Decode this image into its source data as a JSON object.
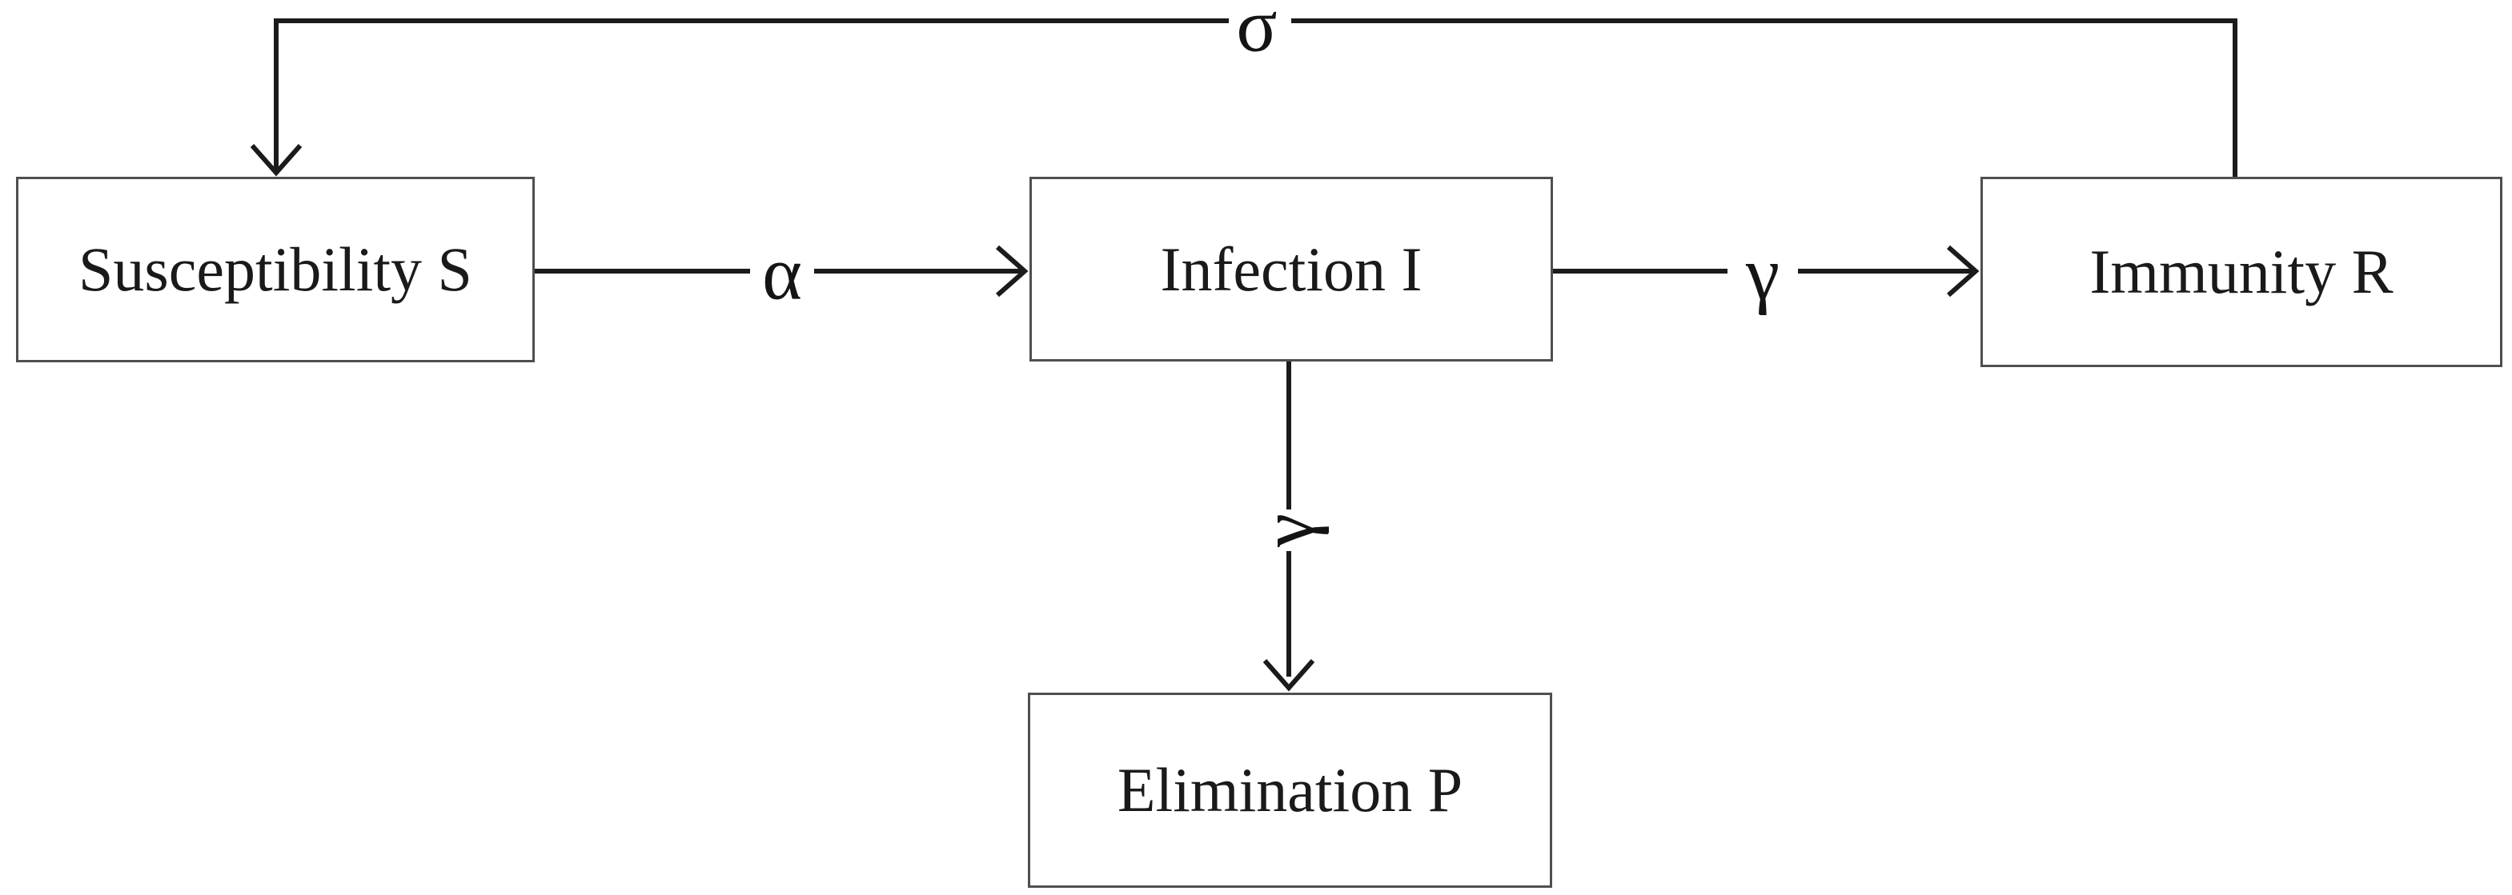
{
  "diagram": {
    "type": "flow-diagram",
    "nodes": {
      "susceptibility": {
        "label": "Susceptibility S"
      },
      "infection": {
        "label": "Infection I"
      },
      "immunity": {
        "label": "Immunity R"
      },
      "elimination": {
        "label": "Elimination P"
      }
    },
    "edges": {
      "s_to_i": {
        "from": "Susceptibility S",
        "to": "Infection I",
        "label": "α"
      },
      "i_to_r": {
        "from": "Infection I",
        "to": "Immunity R",
        "label": "γ"
      },
      "i_to_p": {
        "from": "Infection I",
        "to": "Elimination P",
        "label": "γ"
      },
      "r_to_s": {
        "from": "Immunity R",
        "to": "Susceptibility S",
        "label": "σ"
      }
    },
    "colors": {
      "background": "#ffffff",
      "arrow": "#1b1b1b",
      "box_border": "#4f4f4f",
      "text": "#1a1a1a"
    }
  }
}
